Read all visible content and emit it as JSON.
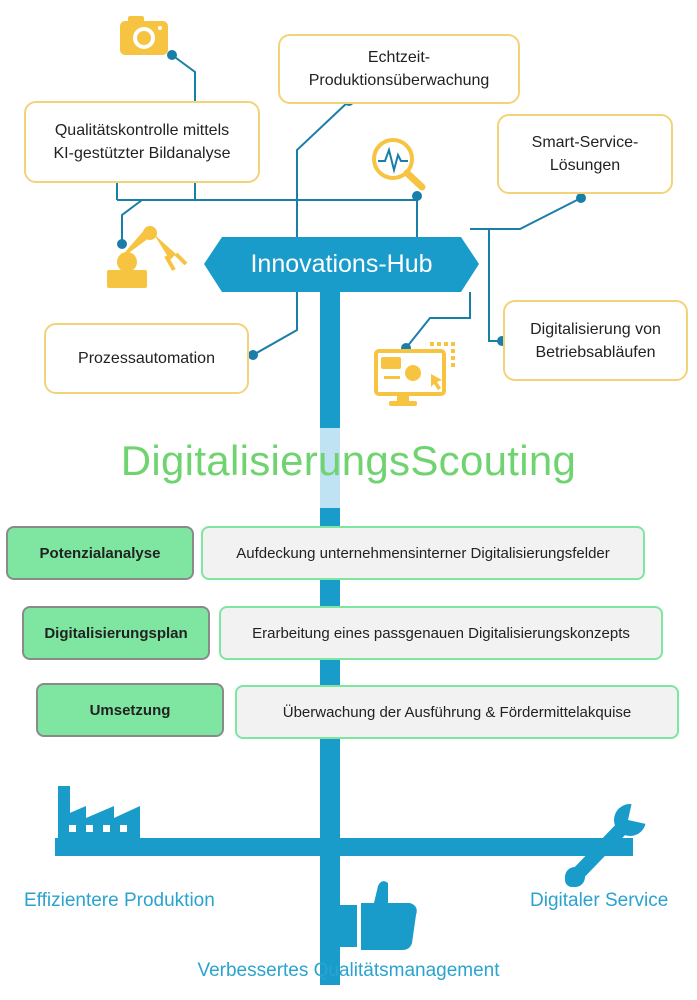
{
  "hub": {
    "label": "Innovations-Hub"
  },
  "fields": [
    {
      "id": "quality",
      "line1": "Qualitätskontrolle mittels",
      "line2": "KI-gestützter Bildanalyse"
    },
    {
      "id": "monitoring",
      "line1": "Echtzeit-",
      "line2": "Produktionsüberwachung"
    },
    {
      "id": "smartservice",
      "line1": "Smart-Service-",
      "line2": "Lösungen"
    },
    {
      "id": "automation",
      "line1": "Prozessautomation",
      "line2": ""
    },
    {
      "id": "operations",
      "line1": "Digitalisierung von",
      "line2": "Betriebsabläufen"
    }
  ],
  "icons": [
    {
      "name": "camera-icon"
    },
    {
      "name": "robot-arm-icon"
    },
    {
      "name": "analysis-magnifier-icon"
    },
    {
      "name": "monitor-dashboard-icon"
    },
    {
      "name": "factory-icon"
    },
    {
      "name": "thumbs-up-icon"
    },
    {
      "name": "wrench-icon"
    }
  ],
  "title": "DigitalisierungsScouting",
  "steps": [
    {
      "label": "Potenzialanalyse",
      "desc": "Aufdeckung unternehmensinterner Digitalisierungsfelder"
    },
    {
      "label": "Digitalisierungsplan",
      "desc": "Erarbeitung eines passgenauen Digitalisierungskonzepts"
    },
    {
      "label": "Umsetzung",
      "desc": "Überwachung der Ausführung & Fördermittelakquise"
    }
  ],
  "outcomes": {
    "left": "Effizientere Produktion",
    "right": "Digitaler Service",
    "bottom": "Verbessertes Qualitätsmanagement"
  },
  "colors": {
    "blue": "#1a9ccb",
    "yellow": "#f7c441",
    "green": "#6fd46f",
    "mint": "#7ee6a0",
    "connector": "#1a7fa8"
  }
}
